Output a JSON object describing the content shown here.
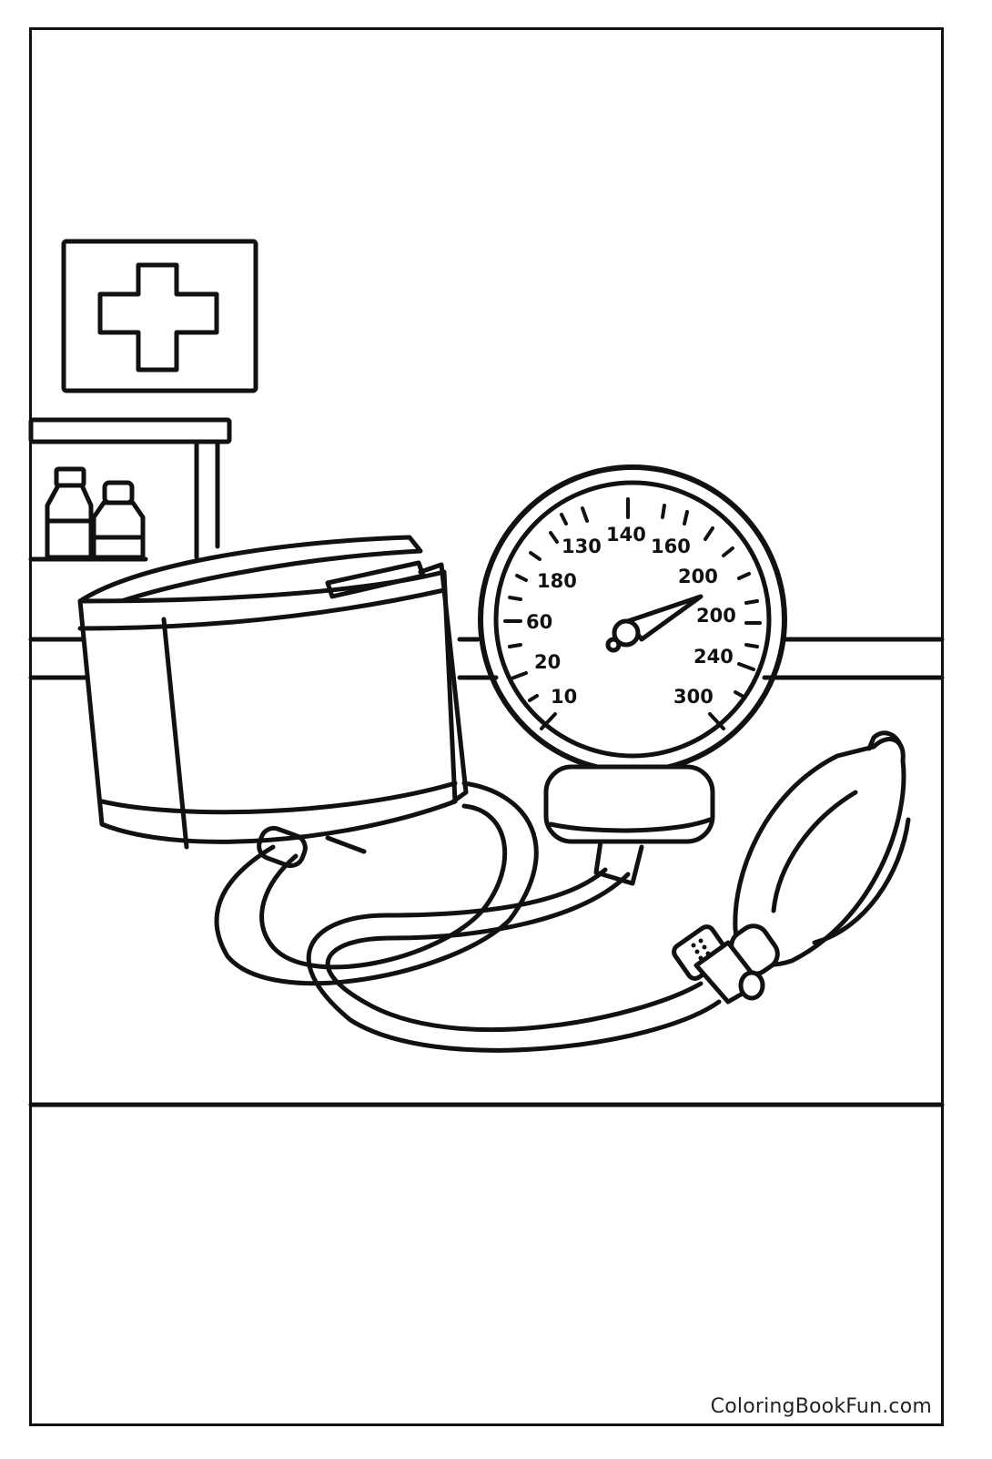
{
  "page": {
    "type": "coloring-page",
    "subject": "blood pressure monitor (sphygmomanometer) on a clinic table",
    "watermark": "ColoringBookFun.com"
  },
  "scene": {
    "wall_sign": {
      "icon": "medical-cross-icon"
    },
    "shelf": {
      "items": [
        "bottle-tall",
        "bottle-short"
      ]
    },
    "cuff": {
      "label": ""
    },
    "bulb": {
      "valve_dots": 6
    },
    "gauge": {
      "labels": [
        {
          "id": "l10",
          "text": "10"
        },
        {
          "id": "l20",
          "text": "20"
        },
        {
          "id": "l60",
          "text": "60"
        },
        {
          "id": "l180",
          "text": "180"
        },
        {
          "id": "l130",
          "text": "130"
        },
        {
          "id": "l140",
          "text": "140"
        },
        {
          "id": "l160",
          "text": "160"
        },
        {
          "id": "l200a",
          "text": "200"
        },
        {
          "id": "l200b",
          "text": "200"
        },
        {
          "id": "l240",
          "text": "240"
        },
        {
          "id": "l300",
          "text": "300"
        }
      ]
    }
  },
  "colors": {
    "ink": "#111111",
    "paper": "#ffffff"
  }
}
